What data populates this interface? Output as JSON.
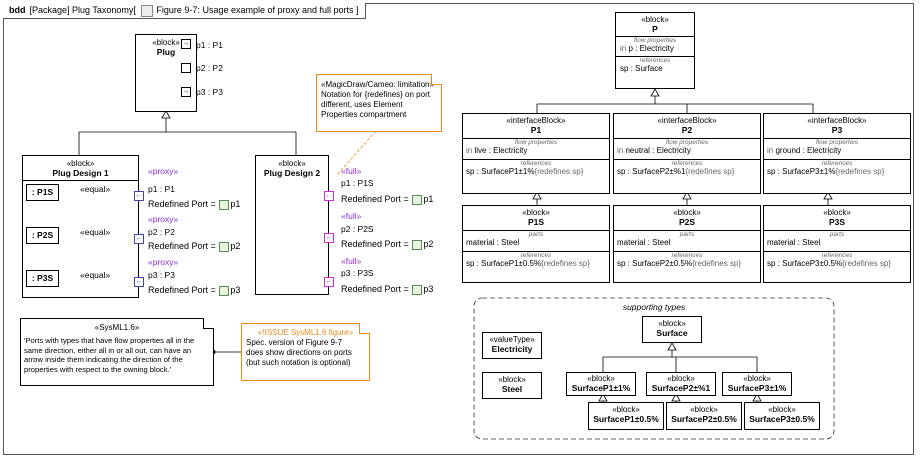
{
  "header": {
    "keyword": "bdd",
    "text": "[Package] Plug Taxonomy[",
    "figure_title": "Figure 9-7: Usage example of proxy and full ports ]"
  },
  "plug": {
    "stereotype": "«block»",
    "name": "Plug",
    "ports": [
      "p1 : P1",
      "p2 : P2",
      "p3 : P3"
    ]
  },
  "pd1": {
    "stereotype": "«block»",
    "name": "Plug Design 1",
    "parts": [
      ": P1S",
      ": P2S",
      ": P3S"
    ],
    "equal": "«equal»",
    "proxy": "«proxy»",
    "ports": [
      "p1 : P1",
      "p2 : P2",
      "p3 : P3"
    ],
    "redefined": "Redefined Port =",
    "redef_targets": [
      "p1",
      "p2",
      "p3"
    ]
  },
  "pd2": {
    "stereotype": "«block»",
    "name": "Plug Design 2",
    "full": "«full»",
    "ports": [
      "p1 : P1S",
      "p2 : P2S",
      "p3 : P3S"
    ],
    "redefined": "Redefined Port =",
    "redef_targets": [
      "p1",
      "p2",
      "p3"
    ]
  },
  "magic_note": {
    "title": "«MagicDraw/Cameo: limitation»",
    "body": [
      "Notation for {redefines} on port",
      "different, uses Element",
      "Properties compartment"
    ]
  },
  "sysml_note": {
    "title": "«SysML1.6»",
    "body": [
      "'Ports with types that have flow properties all in the",
      "same direction, either all in or all out, can have an",
      "arrow inside them indicating the direction of the",
      "properties with respect to the owning block.'"
    ]
  },
  "issue_note": {
    "title": "«!ISSUE SysML1.6 figure»",
    "body": [
      "Spec. version of Figure 9-7",
      "does show directions on ports",
      "(but such notation is optional)"
    ]
  },
  "P": {
    "stereotype": "«block»",
    "name": "P",
    "flow_label": "flow properties",
    "flow": {
      "dir": "in",
      "value": "p : Electricity"
    },
    "refs_label": "references",
    "ref": "sp : Surface"
  },
  "ifaces": [
    {
      "stereotype": "«interfaceBlock»",
      "name": "P1",
      "flow_label": "flow properties",
      "dir": "in",
      "flow_name": "live",
      "flow_type": " : Electricity",
      "refs_label": "references",
      "ref": "sp : SurfaceP1±1%",
      "ref_note": "{redefines sp}"
    },
    {
      "stereotype": "«interfaceBlock»",
      "name": "P2",
      "flow_label": "flow properties",
      "dir": "in",
      "flow_name": "neutral",
      "flow_type": " : Electricity",
      "refs_label": "references",
      "ref": "sp : SurfaceP2±%1",
      "ref_note": "{redefines sp}"
    },
    {
      "stereotype": "«interfaceBlock»",
      "name": "P3",
      "flow_label": "flow properties",
      "dir": "in",
      "flow_name": "ground",
      "flow_type": " : Electricity",
      "refs_label": "references",
      "ref": "sp : SurfaceP3±1%",
      "ref_note": "{redefines sp}"
    }
  ],
  "sblocks": [
    {
      "stereotype": "«block»",
      "name": "P1S",
      "parts_label": "parts",
      "part": "material : Steel",
      "refs_label": "references",
      "ref": "sp : SurfaceP1±0.5%",
      "ref_note": "{redefines sp}"
    },
    {
      "stereotype": "«block»",
      "name": "P2S",
      "parts_label": "parts",
      "part": "material : Steel",
      "refs_label": "references",
      "ref": "sp : SurfaceP2±0.5%",
      "ref_note": "{redefines sp}"
    },
    {
      "stereotype": "«block»",
      "name": "P3S",
      "parts_label": "parts",
      "part": "material : Steel",
      "refs_label": "references",
      "ref": "sp : SurfaceP3±0.5%",
      "ref_note": "{redefines sp}"
    }
  ],
  "support": {
    "title": "supporting types",
    "electricity": {
      "stereotype": "«valueType»",
      "name": "Electricity"
    },
    "steel": {
      "stereotype": "«block»",
      "name": "Steel"
    },
    "surface": {
      "stereotype": "«block»",
      "name": "Surface"
    },
    "row1": [
      {
        "stereotype": "«block»",
        "name": "SurfaceP1±1%"
      },
      {
        "stereotype": "«block»",
        "name": "SurfaceP2±%1"
      },
      {
        "stereotype": "«block»",
        "name": "SurfaceP3±1%"
      }
    ],
    "row2": [
      {
        "stereotype": "«block»",
        "name": "SurfaceP1±0.5%"
      },
      {
        "stereotype": "«block»",
        "name": "SurfaceP2±0.5%"
      },
      {
        "stereotype": "«block»",
        "name": "SurfaceP3±0.5%"
      }
    ]
  }
}
